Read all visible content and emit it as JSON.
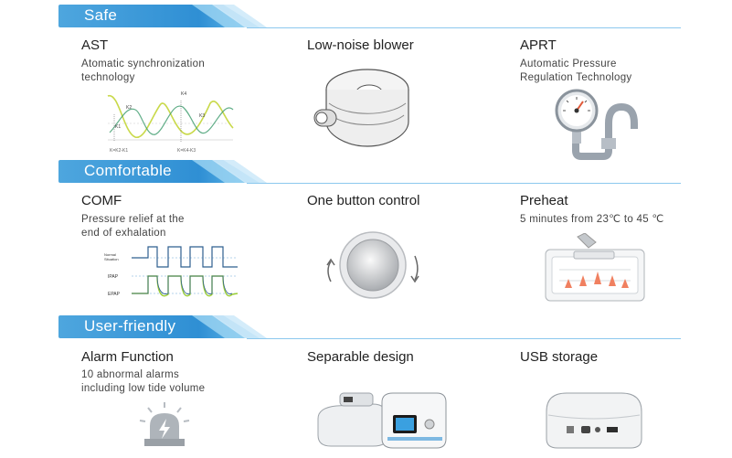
{
  "sections": [
    {
      "label": "Safe"
    },
    {
      "label": "Comfortable"
    },
    {
      "label": "User-friendly"
    }
  ],
  "features": {
    "ast": {
      "title": "AST",
      "desc": "Atomatic synchronization\ntechnology",
      "chart_labels": [
        "K2",
        "K1",
        "K4",
        "K3",
        "K=K2-K1",
        "K=K4-K3"
      ]
    },
    "blower": {
      "title": "Low-noise blower"
    },
    "aprt": {
      "title": "APRT",
      "desc": "Automatic Pressure\nRegulation Technology"
    },
    "comf": {
      "title": "COMF",
      "desc": "Pressure relief at the\nend of exhalation",
      "chart_labels": [
        "Normal\nSituation",
        "IPAP",
        "EPAP"
      ]
    },
    "one_button": {
      "title": "One button control"
    },
    "preheat": {
      "title": "Preheat",
      "desc": "5 minutes from 23℃ to 45 ℃"
    },
    "alarm": {
      "title": "Alarm Function",
      "desc": "10 abnormal alarms\nincluding low tide volume"
    },
    "separable": {
      "title": "Separable design"
    },
    "usb": {
      "title": "USB storage"
    }
  },
  "colors": {
    "banner": "#2f8fd4",
    "accent_green": "#9acd32",
    "accent_teal": "#2a9d8f",
    "arrow_red": "#f08060"
  }
}
